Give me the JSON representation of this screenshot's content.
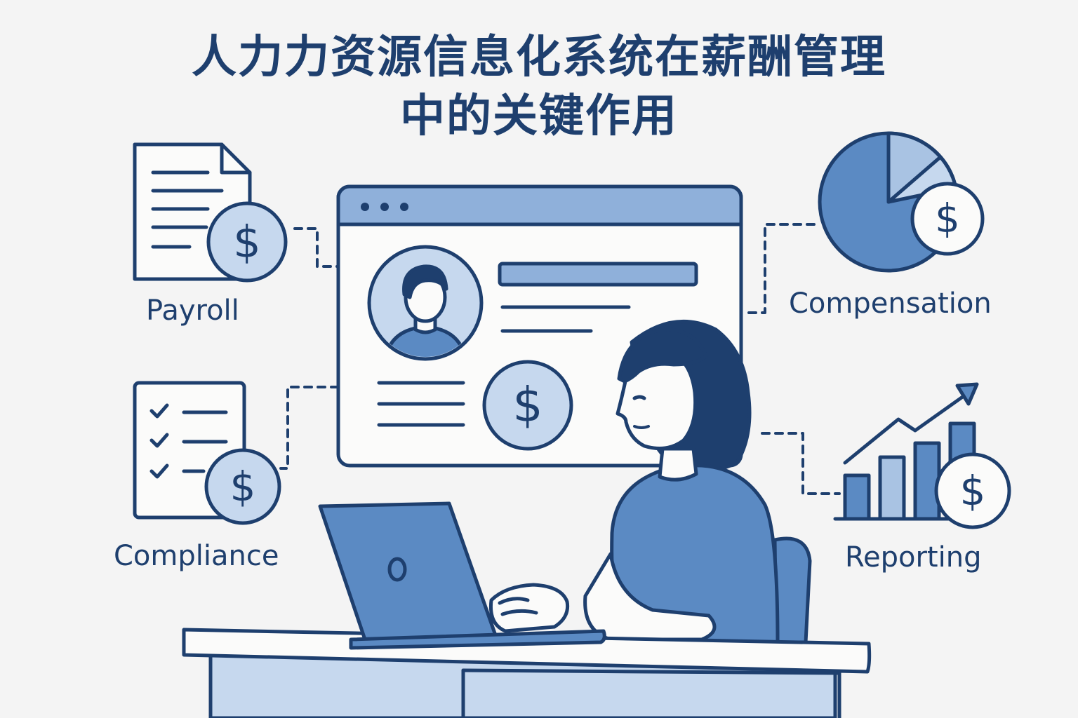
{
  "title": {
    "line1": "人力力资源信息化系统在薪酬管理",
    "line2": "中的关键作用"
  },
  "modules": {
    "payroll": {
      "label": "Payroll",
      "icon": "document-dollar-icon"
    },
    "compliance": {
      "label": "Compliance",
      "icon": "checklist-dollar-icon"
    },
    "compensation": {
      "label": "Compensation",
      "icon": "pie-chart-dollar-icon"
    },
    "reporting": {
      "label": "Reporting",
      "icon": "bar-chart-dollar-icon"
    }
  },
  "colors": {
    "dark": "#1e3f6e",
    "mid": "#5b8ac3",
    "light": "#c6d8ee",
    "paper": "#fbfbfa",
    "background": "#f4f4f4"
  }
}
